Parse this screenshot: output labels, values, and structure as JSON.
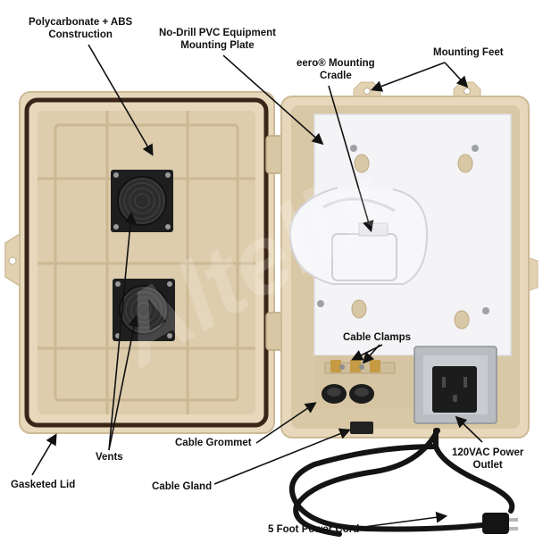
{
  "labels": {
    "polycarbonate_line1": "Polycarbonate + ABS",
    "polycarbonate_line2": "Construction",
    "mounting_plate_line1": "No-Drill PVC Equipment",
    "mounting_plate_line2": "Mounting Plate",
    "eero_line1": "eero® Mounting",
    "eero_line2": "Cradle",
    "mounting_feet": "Mounting Feet",
    "cable_clamps": "Cable Clamps",
    "cable_grommet": "Cable Grommet",
    "vents": "Vents",
    "gasketed_lid": "Gasketed Lid",
    "cable_gland": "Cable Gland",
    "power_outlet_line1": "120VAC Power",
    "power_outlet_line2": "Outlet",
    "power_cord": "5 Foot Power Cord"
  },
  "colors": {
    "enclosure_tan": "#e7d8bb",
    "enclosure_shadow": "#cdbb97",
    "gasket": "#3b2418",
    "plate_white": "#f4f3f6",
    "fan_black": "#1e1e1e",
    "cord_black": "#141414",
    "steel": "#b9bcc0"
  },
  "watermark": "Altelix"
}
